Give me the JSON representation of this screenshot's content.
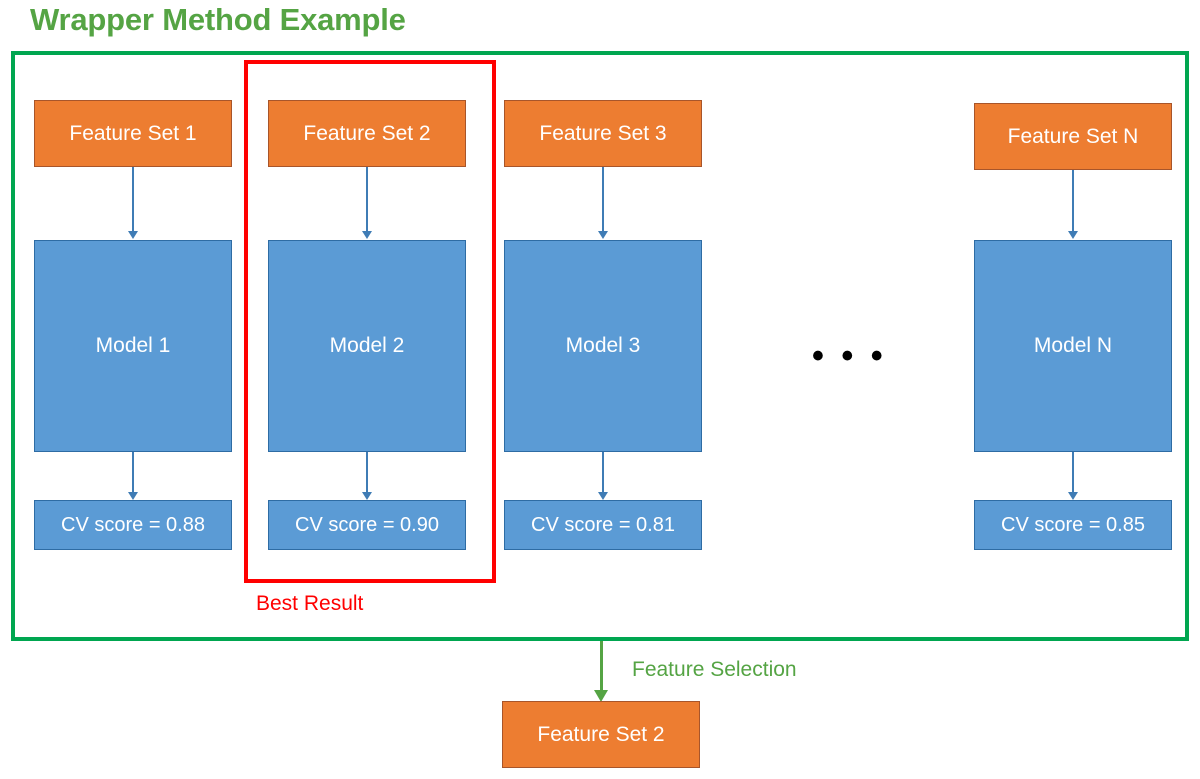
{
  "title": "Wrapper Method Example",
  "colors": {
    "title_green": "#55a444",
    "frame_green": "#00a650",
    "highlight_red": "#ff0000",
    "feature_orange": "#ed7d31",
    "model_blue": "#5b9bd5",
    "arrow_blue": "#3f7cb5"
  },
  "columns": [
    {
      "feature_set": "Feature Set 1",
      "model": "Model 1",
      "cv_score": "CV score = 0.88"
    },
    {
      "feature_set": "Feature Set 2",
      "model": "Model 2",
      "cv_score": "CV score = 0.90"
    },
    {
      "feature_set": "Feature Set 3",
      "model": "Model 3",
      "cv_score": "CV score = 0.81"
    },
    {
      "feature_set": "Feature Set N",
      "model": "Model N",
      "cv_score": "CV score = 0.85"
    }
  ],
  "ellipsis": "• • •",
  "best_result_label": "Best Result",
  "feature_selection_label": "Feature Selection",
  "selected_feature_set": "Feature Set 2"
}
